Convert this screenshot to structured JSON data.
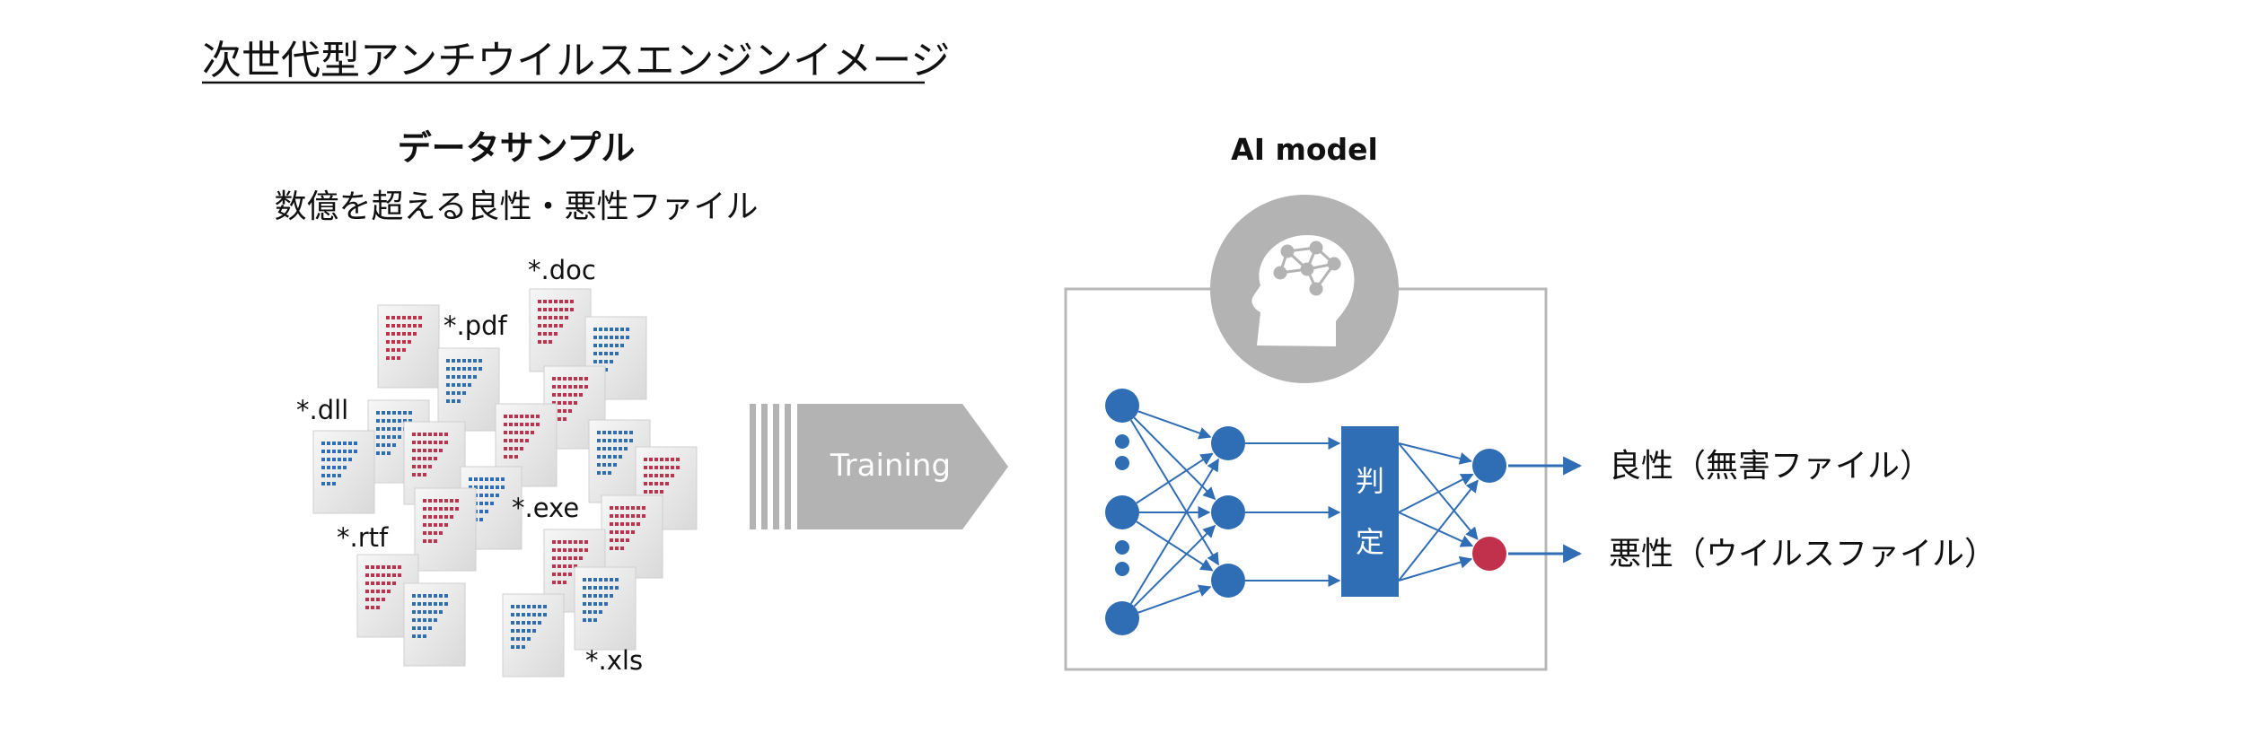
{
  "page_title": "次世代型アンチウイルスエンジンイメージ",
  "sample": {
    "heading": "データサンプル",
    "subheading": "数億を超える良性・悪性ファイル",
    "file_labels": [
      "*.doc",
      "*.pdf",
      "*.dll",
      "*.exe",
      "*.rtf",
      "*.xls"
    ]
  },
  "training_label": "Training",
  "model": {
    "heading": "AI model",
    "judge_label": "判定"
  },
  "outputs": {
    "benign": "良性（無害ファイル）",
    "malicious": "悪性（ウイルスファイル）"
  },
  "colors": {
    "blue": "#2f6db5",
    "red": "#c2314b",
    "gray": "#b3b3b3",
    "box_border": "#b8b8b8"
  }
}
